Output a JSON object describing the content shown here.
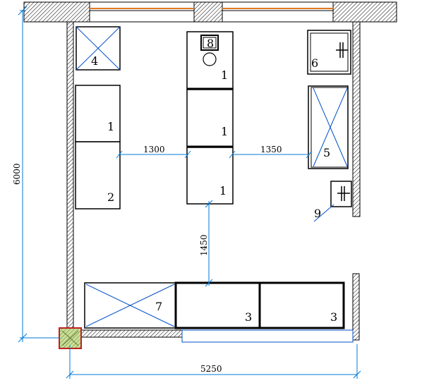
{
  "dimensions": {
    "room_width": "5250",
    "room_depth": "6000",
    "aisle_left": "1300",
    "aisle_right": "1350",
    "aisle_front": "1450"
  },
  "labels": {
    "island_1": "1",
    "island_2": "1",
    "island_3": "1",
    "left_unit_1": "1",
    "left_unit_2": "2",
    "counter_3a": "3",
    "counter_3b": "3",
    "unit_4": "4",
    "unit_5": "5",
    "unit_6": "6",
    "unit_7": "7",
    "unit_8": "8",
    "unit_9": "9"
  },
  "colors": {
    "wall_hatch": "#000000",
    "dimension_line": "#0078d7",
    "cross": "#0050c8",
    "window_frame": "#e07820",
    "column_fill": "#c8e09a",
    "column_border": "#c02020"
  }
}
